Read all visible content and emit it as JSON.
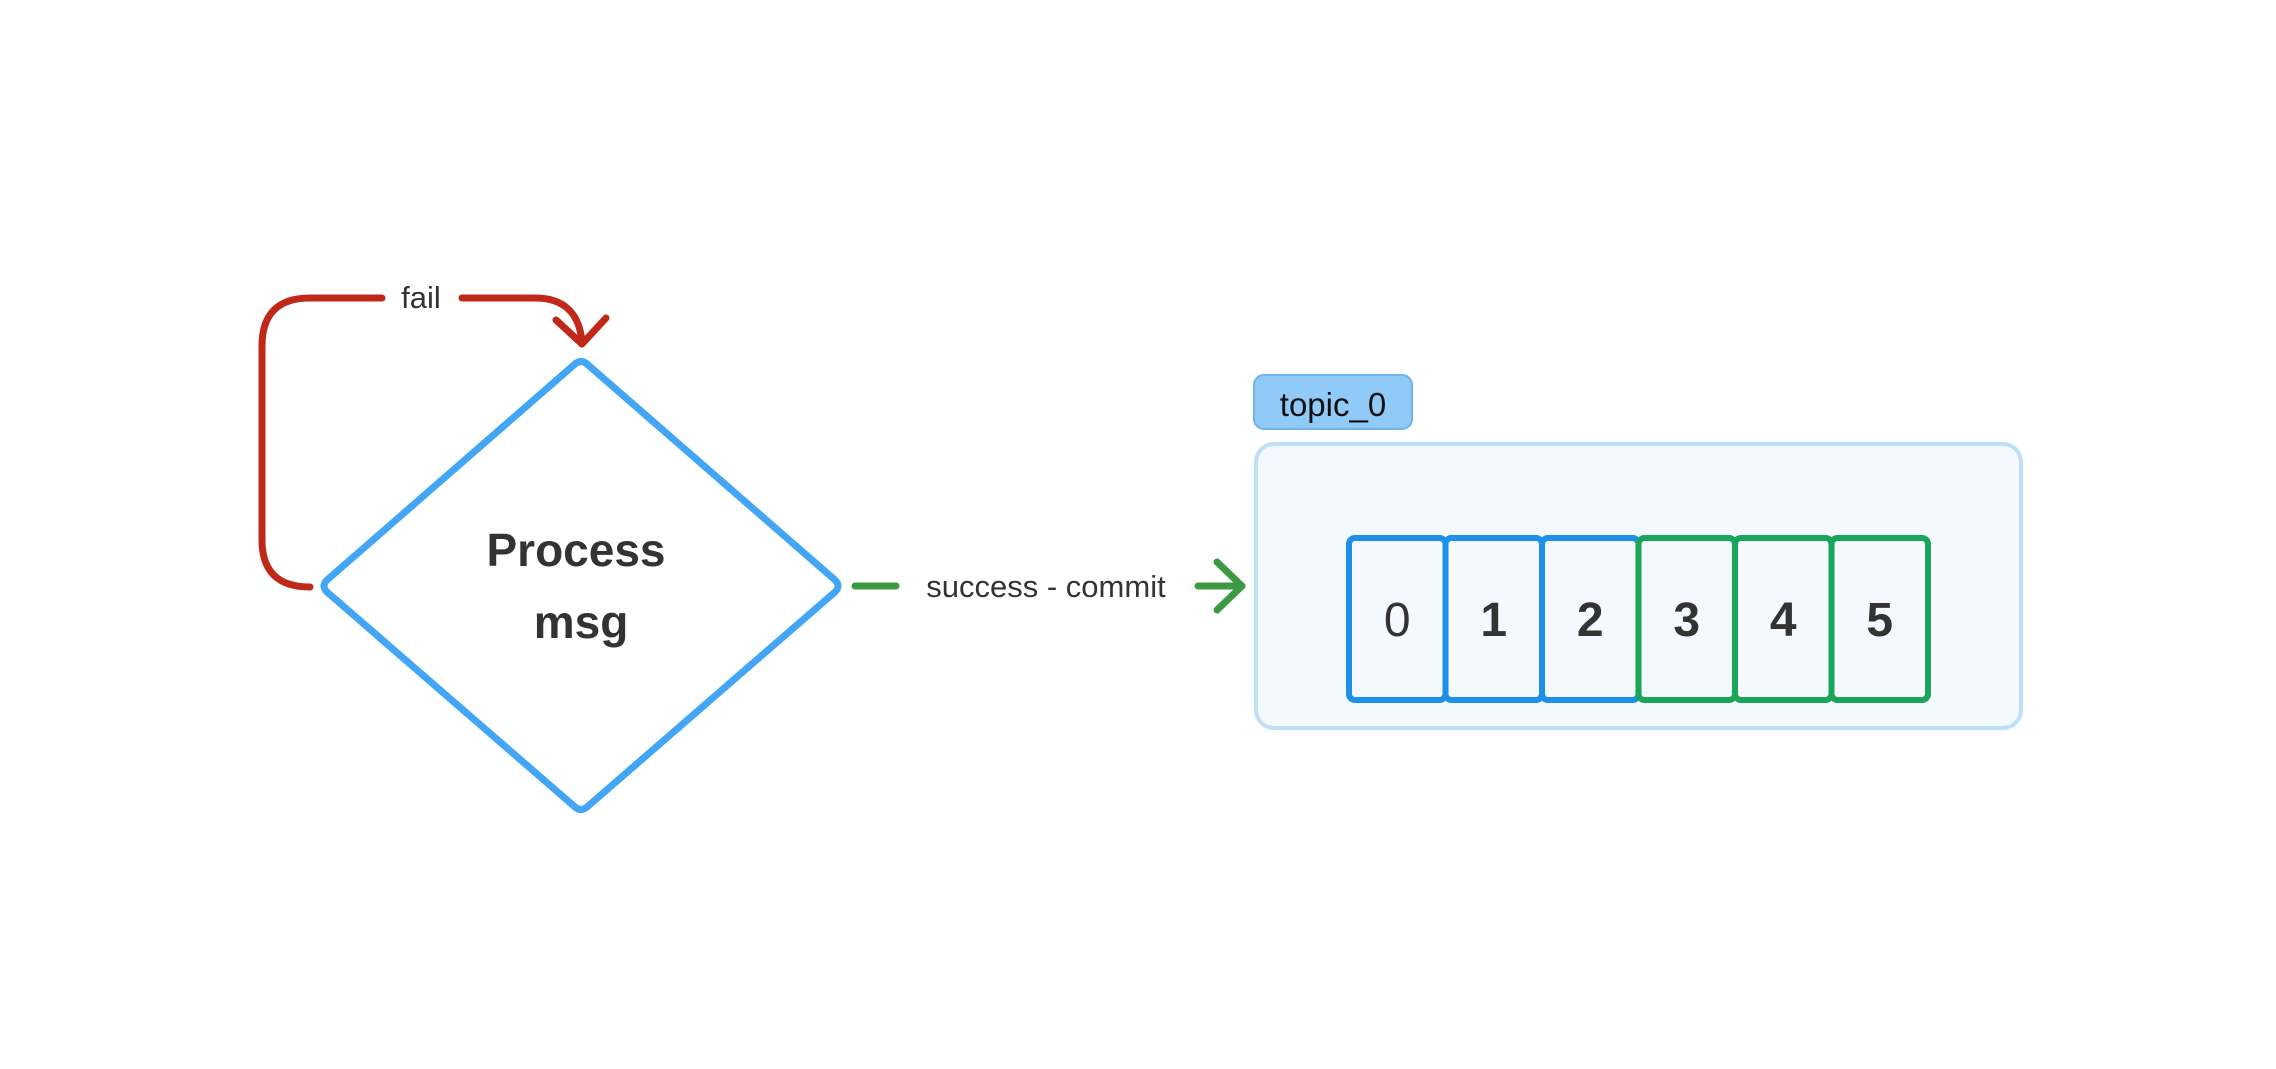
{
  "diagram": {
    "decision": {
      "line1": "Process",
      "line2": "msg"
    },
    "edges": {
      "fail_label": "fail",
      "success_label": "success - commit"
    },
    "topic": {
      "tag": "topic_0",
      "partitions": [
        {
          "label": "0",
          "state": "pending"
        },
        {
          "label": "1",
          "state": "pending"
        },
        {
          "label": "2",
          "state": "pending"
        },
        {
          "label": "3",
          "state": "committed"
        },
        {
          "label": "4",
          "state": "committed"
        },
        {
          "label": "5",
          "state": "committed"
        }
      ]
    }
  },
  "colors": {
    "decision_stroke": "#42a5f5",
    "fail_arrow": "#c0281a",
    "success_arrow": "#3c9a43",
    "topic_container_fill": "#f3f9fe",
    "topic_container_stroke": "#bde0f8",
    "topic_tag_fill": "#90caf9",
    "topic_tag_stroke": "#6fb3ea",
    "pending_stroke": "#1e90e8",
    "committed_stroke": "#19a55a",
    "text": "#333333"
  }
}
